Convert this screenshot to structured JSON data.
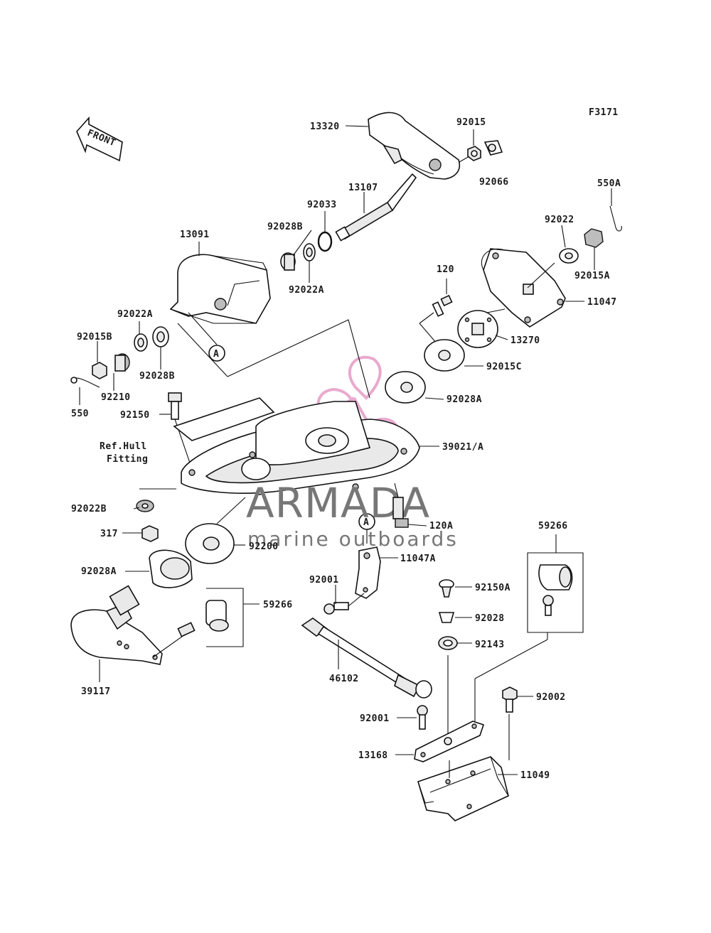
{
  "figure_code": "F3171",
  "front_label": "FRONT",
  "ref_note": [
    "Ref.Hull",
    "Fitting"
  ],
  "watermark": {
    "brand": "ARMADA",
    "tagline": "marine outboards",
    "flower_color": "#e7a0c8",
    "text_color": "#777777"
  },
  "callout_circle": "A",
  "labels": {
    "13320": "13320",
    "92015": "92015",
    "92066": "92066",
    "13107": "13107",
    "92033": "92033",
    "92028B_a": "92028B",
    "92022A_a": "92022A",
    "13091": "13091",
    "550A": "550A",
    "92022": "92022",
    "92015A": "92015A",
    "11047": "11047",
    "120": "120",
    "13270": "13270",
    "92015C": "92015C",
    "92022A_b": "92022A",
    "92015B": "92015B",
    "92028B_b": "92028B",
    "92210": "92210",
    "550": "550",
    "92150": "92150",
    "92028A_a": "92028A",
    "39021A": "39021/A",
    "92022B": "92022B",
    "317": "317",
    "120A": "120A",
    "92200": "92200",
    "11047A": "11047A",
    "92028A_b": "92028A",
    "92001_a": "92001",
    "59266_a": "59266",
    "59266_b": "59266",
    "92150A": "92150A",
    "92028": "92028",
    "92143": "92143",
    "39117": "39117",
    "46102": "46102",
    "92002": "92002",
    "92001_b": "92001",
    "13168": "13168",
    "11049": "11049"
  }
}
